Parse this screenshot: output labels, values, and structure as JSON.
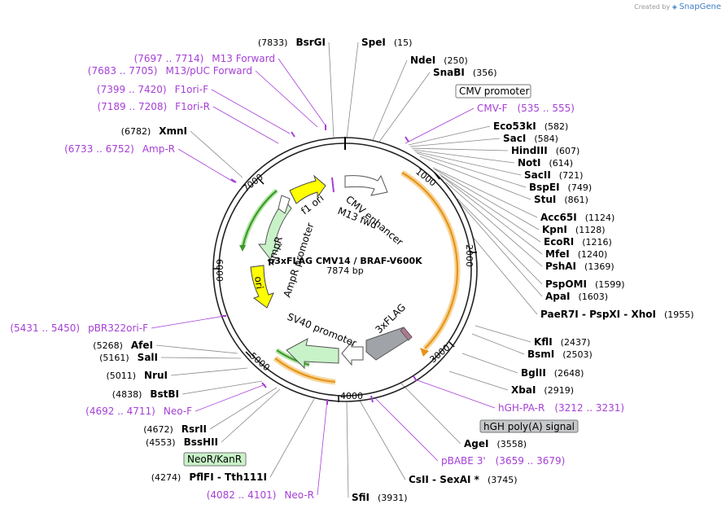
{
  "credit": {
    "prefix": "Created by",
    "brand": "SnapGene"
  },
  "plasmid": {
    "name": "p3xFLAG CMV14 / BRAF-V600K",
    "size_label": "7874 bp",
    "length": 7874
  },
  "ticks": [
    "1000",
    "2000",
    "3000",
    "4000",
    "5000",
    "6000",
    "7000"
  ],
  "colors": {
    "primer": "#a63fd6",
    "orange": "#f0a030",
    "green": "#3c9a2a",
    "yellow": "#ffff00",
    "grey": "#a0a4a8",
    "light_green": "#c8f2c8"
  },
  "features": [
    {
      "name": "CMV enhancer",
      "color": "#ffffff"
    },
    {
      "name": "M13 fwd",
      "color": "#ffffff"
    },
    {
      "name": "f1 ori",
      "color": "#ffff00"
    },
    {
      "name": "AmpR",
      "color": "#c8f2c8"
    },
    {
      "name": "AmpR promoter",
      "color": "#ffffff"
    },
    {
      "name": "ori",
      "color": "#ffff00"
    },
    {
      "name": "SV40 promoter",
      "color": "#ffffff"
    },
    {
      "name": "3xFLAG",
      "color": "#a0a4a8"
    }
  ],
  "boxed_labels": [
    {
      "text": "CMV promoter",
      "style": "white"
    },
    {
      "text": "hGH poly(A) signal",
      "style": "grey"
    },
    {
      "text": "NeoR/KanR",
      "style": "green"
    }
  ],
  "sites": [
    {
      "pos": "(7833)",
      "name": "BsrGI",
      "kind": "enzyme",
      "side": "left"
    },
    {
      "pos": "(15)",
      "name": "SpeI",
      "kind": "enzyme",
      "side": "right"
    },
    {
      "pos": "(250)",
      "name": "NdeI",
      "kind": "enzyme",
      "side": "right"
    },
    {
      "pos": "(356)",
      "name": "SnaBI",
      "kind": "enzyme",
      "side": "right"
    },
    {
      "pos": "(535 .. 555)",
      "name": "CMV-F",
      "kind": "primer",
      "side": "right"
    },
    {
      "pos": "(582)",
      "name": "Eco53kI",
      "kind": "enzyme",
      "side": "right"
    },
    {
      "pos": "(584)",
      "name": "SacI",
      "kind": "enzyme",
      "side": "right"
    },
    {
      "pos": "(607)",
      "name": "HindIII",
      "kind": "enzyme",
      "side": "right"
    },
    {
      "pos": "(614)",
      "name": "NotI",
      "kind": "enzyme",
      "side": "right"
    },
    {
      "pos": "(721)",
      "name": "SacII",
      "kind": "enzyme",
      "side": "right"
    },
    {
      "pos": "(749)",
      "name": "BspEI",
      "kind": "enzyme",
      "side": "right"
    },
    {
      "pos": "(861)",
      "name": "StuI",
      "kind": "enzyme",
      "side": "right"
    },
    {
      "pos": "(1124)",
      "name": "Acc65I",
      "kind": "enzyme",
      "side": "right"
    },
    {
      "pos": "(1128)",
      "name": "KpnI",
      "kind": "enzyme",
      "side": "right"
    },
    {
      "pos": "(1216)",
      "name": "EcoRI",
      "kind": "enzyme",
      "side": "right"
    },
    {
      "pos": "(1240)",
      "name": "MfeI",
      "kind": "enzyme",
      "side": "right"
    },
    {
      "pos": "(1369)",
      "name": "PshAI",
      "kind": "enzyme",
      "side": "right"
    },
    {
      "pos": "(1599)",
      "name": "PspOMI",
      "kind": "enzyme",
      "side": "right"
    },
    {
      "pos": "(1603)",
      "name": "ApaI",
      "kind": "enzyme",
      "side": "right"
    },
    {
      "pos": "(1955)",
      "name": "PaeR7I - PspXI - XhoI",
      "kind": "enzyme",
      "side": "right"
    },
    {
      "pos": "(2437)",
      "name": "KflI",
      "kind": "enzyme",
      "side": "right"
    },
    {
      "pos": "(2503)",
      "name": "BsmI",
      "kind": "enzyme",
      "side": "right"
    },
    {
      "pos": "(2648)",
      "name": "BglII",
      "kind": "enzyme",
      "side": "right"
    },
    {
      "pos": "(2919)",
      "name": "XbaI",
      "kind": "enzyme",
      "side": "right"
    },
    {
      "pos": "(3212 .. 3231)",
      "name": "hGH-PA-R",
      "kind": "primer",
      "side": "right"
    },
    {
      "pos": "(3558)",
      "name": "AgeI",
      "kind": "enzyme",
      "side": "right"
    },
    {
      "pos": "(3659 .. 3679)",
      "name": "pBABE 3'",
      "kind": "primer",
      "side": "right"
    },
    {
      "pos": "(3745)",
      "name": "CsII - SexAI *",
      "kind": "enzyme",
      "side": "right"
    },
    {
      "pos": "(3931)",
      "name": "SfiI",
      "kind": "enzyme",
      "side": "right"
    },
    {
      "pos": "(4082 .. 4101)",
      "name": "Neo-R",
      "kind": "primer",
      "side": "left"
    },
    {
      "pos": "(4274)",
      "name": "PflFI - Tth111I",
      "kind": "enzyme",
      "side": "left"
    },
    {
      "pos": "(4553)",
      "name": "BssHII",
      "kind": "enzyme",
      "side": "left"
    },
    {
      "pos": "(4672)",
      "name": "RsrII",
      "kind": "enzyme",
      "side": "left"
    },
    {
      "pos": "(4692 .. 4711)",
      "name": "Neo-F",
      "kind": "primer",
      "side": "left"
    },
    {
      "pos": "(4838)",
      "name": "BstBI",
      "kind": "enzyme",
      "side": "left"
    },
    {
      "pos": "(5011)",
      "name": "NruI",
      "kind": "enzyme",
      "side": "left"
    },
    {
      "pos": "(5161)",
      "name": "SalI",
      "kind": "enzyme",
      "side": "left"
    },
    {
      "pos": "(5268)",
      "name": "AfeI",
      "kind": "enzyme",
      "side": "left"
    },
    {
      "pos": "(5431 .. 5450)",
      "name": "pBR322ori-F",
      "kind": "primer",
      "side": "left"
    },
    {
      "pos": "(6733 .. 6752)",
      "name": "Amp-R",
      "kind": "primer",
      "side": "left"
    },
    {
      "pos": "(6782)",
      "name": "XmnI",
      "kind": "enzyme",
      "side": "left"
    },
    {
      "pos": "(7189 .. 7208)",
      "name": "F1ori-R",
      "kind": "primer",
      "side": "left"
    },
    {
      "pos": "(7399 .. 7420)",
      "name": "F1ori-F",
      "kind": "primer",
      "side": "left"
    },
    {
      "pos": "(7683 .. 7705)",
      "name": "M13/pUC Forward",
      "kind": "primer",
      "side": "left"
    },
    {
      "pos": "(7697 .. 7714)",
      "name": "M13 Forward",
      "kind": "primer",
      "side": "left"
    }
  ]
}
